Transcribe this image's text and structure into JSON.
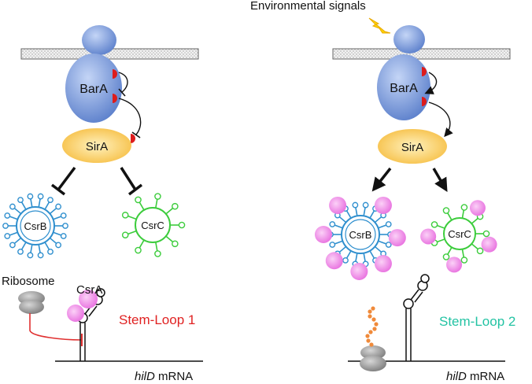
{
  "top_label": "Environmental signals",
  "left_panel": {
    "kinase": "BarA",
    "regulator": "SirA",
    "srna_1": "CsrB",
    "srna_2": "CsrC",
    "ribosome": "Ribosome",
    "binding_protein": "CsrA",
    "stem_loop": "Stem-Loop 1",
    "gene": "hilD",
    "gene_suffix": " mRNA"
  },
  "right_panel": {
    "kinase": "BarA",
    "regulator": "SirA",
    "srna_1": "CsrB",
    "srna_2": "CsrC",
    "stem_loop": "Stem-Loop 2",
    "gene": "hilD",
    "gene_suffix": " mRNA"
  },
  "colors": {
    "barA": "#6f90d8",
    "sirA": "#f7c24a",
    "csrB": "#2f8fce",
    "csrC": "#3ccc3c",
    "csrA": "#ee88e6",
    "phospho": "#dd1c1c",
    "inhibition_line": "#e03030",
    "stem_loop_1": "#e02222",
    "stem_loop_2": "#23c3a3",
    "ribosome": "#8a8a8a",
    "peptide": "#f08a3a",
    "bolt": "#ffd400"
  },
  "icons": [
    "lightning-bolt-icon",
    "phosphate-icon",
    "ribosome-icon"
  ]
}
